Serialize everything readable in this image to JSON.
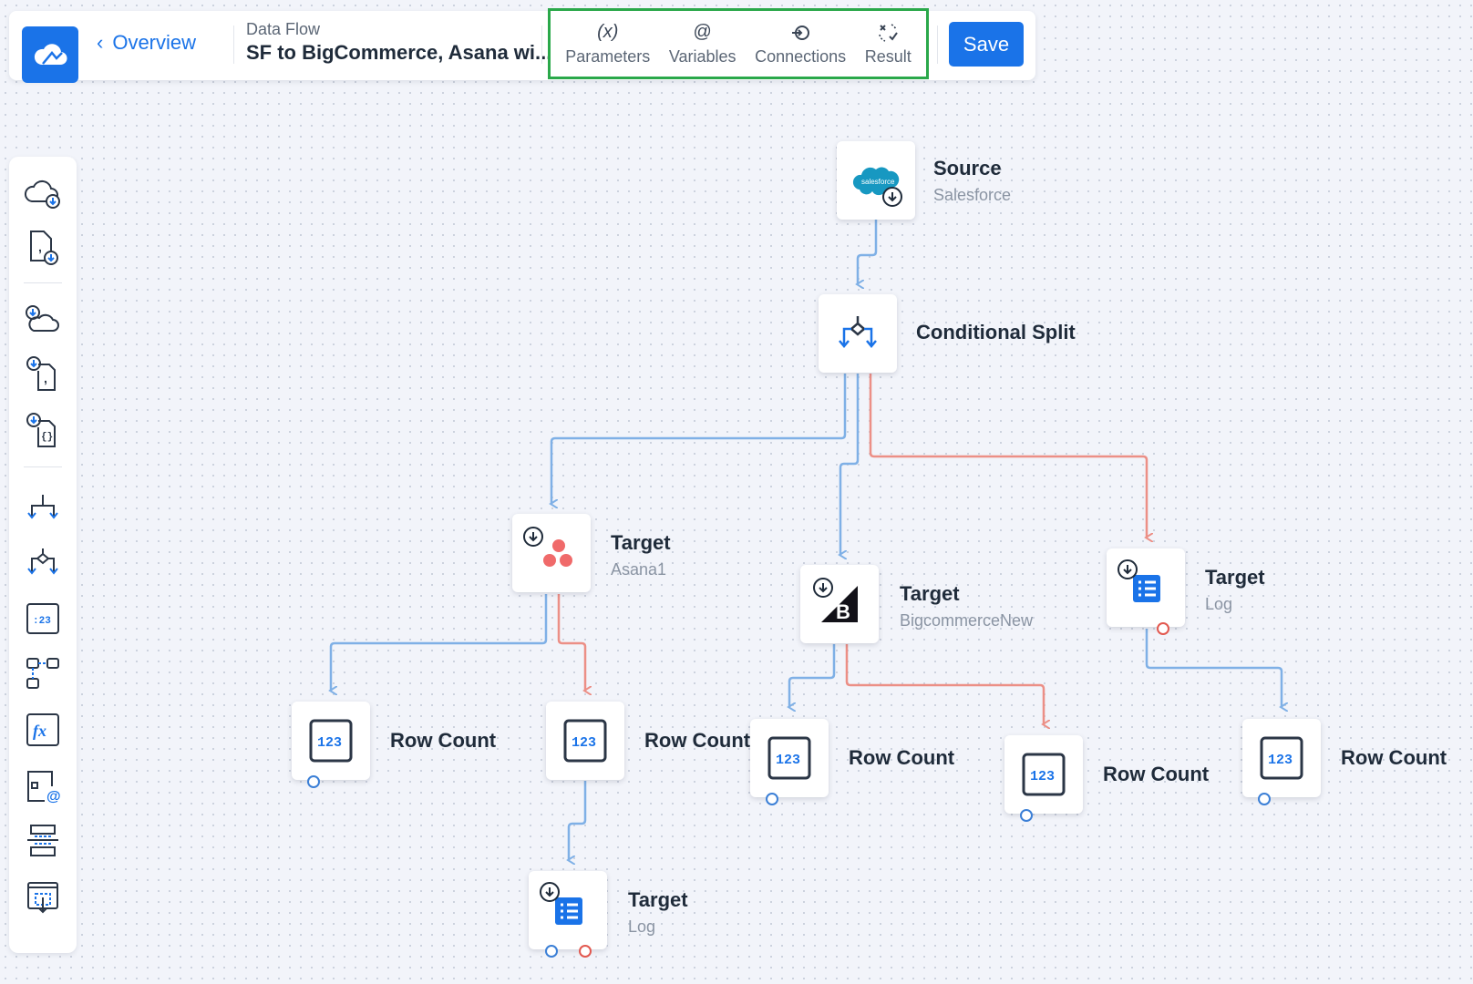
{
  "header": {
    "back_label": "Overview",
    "breadcrumb_type": "Data Flow",
    "flow_title": "SF to BigCommerce, Asana wi...",
    "toolbar": {
      "parameters_icon": "(x)",
      "parameters_label": "Parameters",
      "variables_icon": "@",
      "variables_label": "Variables",
      "connections_label": "Connections",
      "result_label": "Result"
    },
    "save_label": "Save"
  },
  "sidebar": {
    "items": [
      "cloud-source-icon",
      "file-source-icon",
      "cloud-target-icon",
      "file-target-icon",
      "json-target-icon",
      "split-icon",
      "conditional-split-icon",
      "row-count-icon",
      "lookup-icon",
      "expression-icon",
      "variable-icon",
      "buffer-icon",
      "execute-icon"
    ]
  },
  "nodes": {
    "source": {
      "title": "Source",
      "sub": "Salesforce",
      "logo_text": "salesforce"
    },
    "split": {
      "title": "Conditional Split"
    },
    "asana": {
      "title": "Target",
      "sub": "Asana1"
    },
    "bigcommerce": {
      "title": "Target",
      "sub": "BigcommerceNew"
    },
    "log1": {
      "title": "Target",
      "sub": "Log"
    },
    "rc1": {
      "title": "Row Count"
    },
    "rc2": {
      "title": "Row Count"
    },
    "rc3": {
      "title": "Row Count"
    },
    "rc4": {
      "title": "Row Count"
    },
    "rc5": {
      "title": "Row Count"
    },
    "log2": {
      "title": "Target",
      "sub": "Log"
    },
    "row_count_glyph": "123",
    "bigcommerce_glyph": "B"
  },
  "colors": {
    "accent": "#1a73e8",
    "edge_blue": "#7fb0e6",
    "edge_red": "#ec8f86",
    "highlight": "#2aa84a"
  }
}
